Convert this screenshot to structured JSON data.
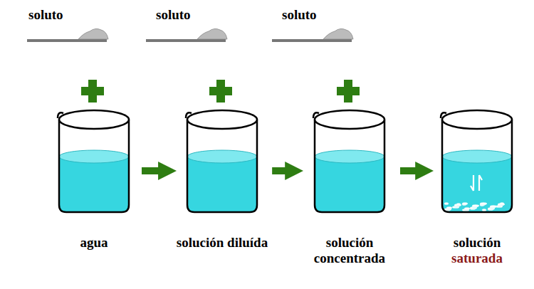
{
  "diagram": {
    "nodes": [
      {
        "text": [
          "agua"
        ]
      },
      {
        "text": [
          "solución diluída"
        ]
      },
      {
        "text": [
          "solución concentrada"
        ]
      },
      {
        "text": [
          "solución",
          "saturada"
        ]
      }
    ],
    "edges": [
      {
        "from": 0,
        "to": 1,
        "arrow": "to"
      },
      {
        "from": 1,
        "to": 2,
        "arrow": "to"
      },
      {
        "from": 2,
        "to": 3,
        "arrow": "to"
      }
    ],
    "labels": [
      "soluto",
      "soluto",
      "soluto"
    ]
  }
}
